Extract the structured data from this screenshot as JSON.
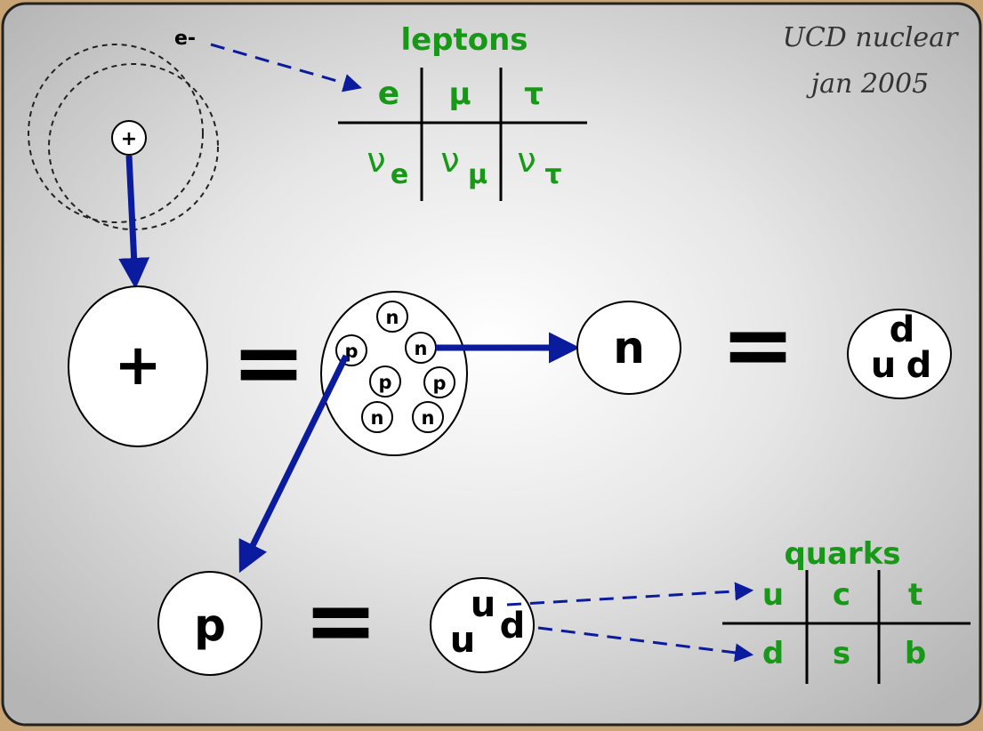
{
  "credit": {
    "line1": "UCD nuclear",
    "line2": "jan 2005"
  },
  "atom": {
    "electron_label": "e-",
    "nucleus_small_symbol": "+",
    "nucleus_large_symbol": "+"
  },
  "equals": "=",
  "nucleus_particles": [
    "n",
    "p",
    "n",
    "p",
    "p",
    "n",
    "n"
  ],
  "leptons": {
    "title": "leptons",
    "row1": [
      "e",
      "μ",
      "τ"
    ],
    "row2_base": [
      "ν",
      "ν",
      "ν"
    ],
    "row2_sub": [
      "e",
      "μ",
      "τ"
    ]
  },
  "neutron": {
    "label": "n",
    "quark_top": "d",
    "quark_bottom_left": "u",
    "quark_bottom_right": "d"
  },
  "proton": {
    "label": "p",
    "quark_top": "u",
    "quark_bottom_left": "u",
    "quark_right": "d"
  },
  "quarks": {
    "title": "quarks",
    "row1": [
      "u",
      "c",
      "t"
    ],
    "row2": [
      "d",
      "s",
      "b"
    ]
  },
  "colors": {
    "frame": "#c9a576",
    "panel_center": "#ffffff",
    "panel_edge": "#b9b9b9",
    "arrow": "#0b1b9e",
    "green": "#179817",
    "ink": "#000000"
  }
}
